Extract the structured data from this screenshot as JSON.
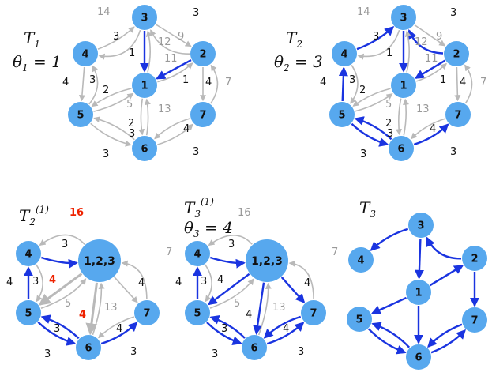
{
  "colors": {
    "node": "#57a8ee",
    "blue_edge": "#1a34e0",
    "gray_edge": "#b9b9b9",
    "red_label": "#ee2200",
    "gray_text": "#999999",
    "dark_text": "#111111"
  },
  "panels": [
    {
      "id": "t1",
      "title": {
        "main": "T",
        "sub": "1",
        "sup": ""
      },
      "theta": {
        "text": "θ",
        "sub": "1",
        "rest": " = 1"
      },
      "nodes": [
        {
          "id": "3",
          "label": "3"
        },
        {
          "id": "4",
          "label": "4"
        },
        {
          "id": "2",
          "label": "2"
        },
        {
          "id": "1",
          "label": "1"
        },
        {
          "id": "5",
          "label": "5"
        },
        {
          "id": "7",
          "label": "7"
        },
        {
          "id": "6",
          "label": "6"
        }
      ],
      "edges": [
        {
          "from": "3",
          "to": "4",
          "label": "14",
          "style": "gray",
          "bend": -0.42,
          "arrow": true
        },
        {
          "from": "4",
          "to": "3",
          "label": "3",
          "style": "gray",
          "bend": 0.1,
          "arrow": true
        },
        {
          "from": "2",
          "to": "3",
          "label": "3",
          "style": "gray",
          "bend": -0.32,
          "arrow": true
        },
        {
          "from": "3",
          "to": "2",
          "label": "9",
          "style": "gray",
          "bend": 0.0,
          "arrow": true
        },
        {
          "from": "3",
          "to": "1",
          "label": "1",
          "style": "blue",
          "bend": 0.0,
          "arrow": true
        },
        {
          "from": "1",
          "to": "3",
          "label": "12",
          "style": "gray",
          "bend": 0.12,
          "arrow": true
        },
        {
          "from": "2",
          "to": "1",
          "label": "1",
          "style": "blue",
          "bend": 0.0,
          "arrow": true
        },
        {
          "from": "1",
          "to": "2",
          "label": "11",
          "style": "gray",
          "bend": 0.12,
          "arrow": true
        },
        {
          "from": "4",
          "to": "5",
          "label": "3",
          "style": "gray",
          "bend": 0.0,
          "arrow": true
        },
        {
          "from": "5",
          "to": "4",
          "label": "4",
          "style": "gray",
          "bend": 0.35,
          "arrow": true
        },
        {
          "from": "1",
          "to": "5",
          "label": "2",
          "style": "gray",
          "bend": 0.1,
          "arrow": true
        },
        {
          "from": "5",
          "to": "1",
          "label": "5",
          "style": "gray",
          "bend": 0.1,
          "arrow": true
        },
        {
          "from": "1",
          "to": "6",
          "label": "2",
          "style": "gray",
          "bend": 0.08,
          "arrow": true
        },
        {
          "from": "6",
          "to": "1",
          "label": "13",
          "style": "gray",
          "bend": 0.08,
          "arrow": true
        },
        {
          "from": "2",
          "to": "7",
          "label": "4",
          "style": "gray",
          "bend": 0.0,
          "arrow": true
        },
        {
          "from": "7",
          "to": "2",
          "label": "7",
          "style": "gray",
          "bend": 0.35,
          "arrow": true
        },
        {
          "from": "6",
          "to": "5",
          "label": "3",
          "style": "gray",
          "bend": 0.12,
          "arrow": true
        },
        {
          "from": "5",
          "to": "6",
          "label": "3",
          "style": "gray",
          "bend": 0.12,
          "arrow": true
        },
        {
          "from": "7",
          "to": "6",
          "label": "4",
          "style": "gray",
          "bend": 0.12,
          "arrow": true
        },
        {
          "from": "6",
          "to": "7",
          "label": "3",
          "style": "gray",
          "bend": 0.12,
          "arrow": true
        }
      ]
    },
    {
      "id": "t2",
      "title": {
        "main": "T",
        "sub": "2",
        "sup": ""
      },
      "theta": {
        "text": "θ",
        "sub": "2",
        "rest": " = 3"
      },
      "nodes": [
        {
          "id": "3",
          "label": "3"
        },
        {
          "id": "4",
          "label": "4"
        },
        {
          "id": "2",
          "label": "2"
        },
        {
          "id": "1",
          "label": "1"
        },
        {
          "id": "5",
          "label": "5"
        },
        {
          "id": "7",
          "label": "7"
        },
        {
          "id": "6",
          "label": "6"
        }
      ],
      "edges": [
        {
          "from": "3",
          "to": "4",
          "label": "14",
          "style": "gray",
          "bend": -0.42,
          "arrow": true
        },
        {
          "from": "4",
          "to": "3",
          "label": "3",
          "style": "blue",
          "bend": 0.1,
          "arrow": true
        },
        {
          "from": "2",
          "to": "3",
          "label": "3",
          "style": "blue",
          "bend": -0.32,
          "arrow": true
        },
        {
          "from": "3",
          "to": "2",
          "label": "9",
          "style": "gray",
          "bend": 0.0,
          "arrow": true
        },
        {
          "from": "3",
          "to": "1",
          "label": "1",
          "style": "blue",
          "bend": 0.0,
          "arrow": true
        },
        {
          "from": "1",
          "to": "3",
          "label": "12",
          "style": "gray",
          "bend": 0.12,
          "arrow": true
        },
        {
          "from": "2",
          "to": "1",
          "label": "1",
          "style": "blue",
          "bend": 0.0,
          "arrow": true
        },
        {
          "from": "1",
          "to": "2",
          "label": "11",
          "style": "gray",
          "bend": 0.12,
          "arrow": true
        },
        {
          "from": "5",
          "to": "4",
          "label": "3",
          "style": "blue",
          "bend": 0.0,
          "arrow": true
        },
        {
          "from": "4",
          "to": "5",
          "label": "4",
          "style": "gray",
          "bend": -0.35,
          "arrow": true
        },
        {
          "from": "1",
          "to": "5",
          "label": "2",
          "style": "gray",
          "bend": 0.1,
          "arrow": true
        },
        {
          "from": "5",
          "to": "1",
          "label": "5",
          "style": "gray",
          "bend": 0.1,
          "arrow": true
        },
        {
          "from": "1",
          "to": "6",
          "label": "2",
          "style": "gray",
          "bend": 0.08,
          "arrow": true
        },
        {
          "from": "6",
          "to": "1",
          "label": "13",
          "style": "gray",
          "bend": 0.08,
          "arrow": true
        },
        {
          "from": "2",
          "to": "7",
          "label": "4",
          "style": "gray",
          "bend": 0.0,
          "arrow": true
        },
        {
          "from": "7",
          "to": "2",
          "label": "7",
          "style": "gray",
          "bend": 0.35,
          "arrow": true
        },
        {
          "from": "6",
          "to": "5",
          "label": "3",
          "style": "blue",
          "bend": 0.12,
          "arrow": true
        },
        {
          "from": "5",
          "to": "6",
          "label": "3",
          "style": "blue",
          "bend": 0.12,
          "arrow": true
        },
        {
          "from": "7",
          "to": "6",
          "label": "4",
          "style": "gray",
          "bend": 0.12,
          "arrow": true
        },
        {
          "from": "6",
          "to": "7",
          "label": "3",
          "style": "blue",
          "bend": 0.12,
          "arrow": true
        }
      ]
    },
    {
      "id": "t2_1",
      "title": {
        "main": "T",
        "sub": "2",
        "sup": "(1)"
      },
      "theta": null,
      "nodes": [
        {
          "id": "4",
          "label": "4"
        },
        {
          "id": "123",
          "label": "1,2,3"
        },
        {
          "id": "5",
          "label": "5"
        },
        {
          "id": "7",
          "label": "7"
        },
        {
          "id": "6",
          "label": "6"
        }
      ],
      "edges": [
        {
          "from": "123",
          "to": "4",
          "label": "16",
          "style": "gray",
          "bend": 0.45,
          "arrow": true,
          "labelColor": "red"
        },
        {
          "from": "4",
          "to": "123",
          "label": "3",
          "style": "blue",
          "bend": 0.1,
          "arrow": true
        },
        {
          "from": "5",
          "to": "4",
          "label": "3",
          "style": "blue",
          "bend": 0.0,
          "arrow": true
        },
        {
          "from": "4",
          "to": "5",
          "label": "4",
          "style": "gray",
          "bend": -0.35,
          "arrow": true
        },
        {
          "from": "123",
          "to": "5",
          "label": "4",
          "style": "gray",
          "bend": 0.0,
          "arrow": true,
          "labelColor": "red",
          "thick": true
        },
        {
          "from": "5",
          "to": "123",
          "label": "5",
          "style": "gray",
          "bend": 0.15,
          "arrow": true
        },
        {
          "from": "123",
          "to": "6",
          "label": "4",
          "style": "gray",
          "bend": 0.0,
          "arrow": true,
          "labelColor": "red",
          "thick": true
        },
        {
          "from": "6",
          "to": "123",
          "label": "13",
          "style": "gray",
          "bend": 0.1,
          "arrow": true
        },
        {
          "from": "123",
          "to": "7",
          "label": "4",
          "style": "gray",
          "bend": 0.0,
          "arrow": true
        },
        {
          "from": "7",
          "to": "123",
          "label": "7",
          "style": "gray",
          "bend": 0.45,
          "arrow": true
        },
        {
          "from": "6",
          "to": "5",
          "label": "3",
          "style": "blue",
          "bend": 0.12,
          "arrow": true
        },
        {
          "from": "5",
          "to": "6",
          "label": "3",
          "style": "blue",
          "bend": 0.12,
          "arrow": true
        },
        {
          "from": "7",
          "to": "6",
          "label": "4",
          "style": "gray",
          "bend": 0.12,
          "arrow": true
        },
        {
          "from": "6",
          "to": "7",
          "label": "3",
          "style": "blue",
          "bend": 0.12,
          "arrow": true
        }
      ]
    },
    {
      "id": "t3_1",
      "title": {
        "main": "T",
        "sub": "3",
        "sup": "(1)"
      },
      "theta": {
        "text": "θ",
        "sub": "3",
        "rest": " = 4"
      },
      "nodes": [
        {
          "id": "4",
          "label": "4"
        },
        {
          "id": "123",
          "label": "1,2,3"
        },
        {
          "id": "5",
          "label": "5"
        },
        {
          "id": "7",
          "label": "7"
        },
        {
          "id": "6",
          "label": "6"
        }
      ],
      "edges": [
        {
          "from": "123",
          "to": "4",
          "label": "16",
          "style": "gray",
          "bend": 0.45,
          "arrow": true
        },
        {
          "from": "4",
          "to": "123",
          "label": "3",
          "style": "blue",
          "bend": 0.1,
          "arrow": true
        },
        {
          "from": "5",
          "to": "4",
          "label": "3",
          "style": "blue",
          "bend": 0.0,
          "arrow": true
        },
        {
          "from": "4",
          "to": "5",
          "label": "4",
          "style": "gray",
          "bend": -0.35,
          "arrow": true
        },
        {
          "from": "123",
          "to": "5",
          "label": "4",
          "style": "blue",
          "bend": 0.0,
          "arrow": true
        },
        {
          "from": "5",
          "to": "123",
          "label": "5",
          "style": "gray",
          "bend": 0.15,
          "arrow": true
        },
        {
          "from": "123",
          "to": "6",
          "label": "4",
          "style": "blue",
          "bend": 0.0,
          "arrow": true
        },
        {
          "from": "6",
          "to": "123",
          "label": "13",
          "style": "gray",
          "bend": 0.1,
          "arrow": true
        },
        {
          "from": "123",
          "to": "7",
          "label": "4",
          "style": "blue",
          "bend": 0.0,
          "arrow": true
        },
        {
          "from": "7",
          "to": "123",
          "label": "7",
          "style": "gray",
          "bend": 0.45,
          "arrow": true
        },
        {
          "from": "6",
          "to": "5",
          "label": "3",
          "style": "blue",
          "bend": 0.12,
          "arrow": true
        },
        {
          "from": "5",
          "to": "6",
          "label": "3",
          "style": "blue",
          "bend": 0.12,
          "arrow": true
        },
        {
          "from": "7",
          "to": "6",
          "label": "4",
          "style": "blue",
          "bend": 0.12,
          "arrow": true
        },
        {
          "from": "6",
          "to": "7",
          "label": "3",
          "style": "blue",
          "bend": 0.12,
          "arrow": true
        }
      ]
    },
    {
      "id": "t3",
      "title": {
        "main": "T",
        "sub": "3",
        "sup": ""
      },
      "theta": null,
      "nodes": [
        {
          "id": "3",
          "label": "3"
        },
        {
          "id": "4",
          "label": "4"
        },
        {
          "id": "2",
          "label": "2"
        },
        {
          "id": "1",
          "label": "1"
        },
        {
          "id": "5",
          "label": "5"
        },
        {
          "id": "7",
          "label": "7"
        },
        {
          "id": "6",
          "label": "6"
        }
      ],
      "edges": [
        {
          "from": "3",
          "to": "4",
          "label": "",
          "style": "blue",
          "bend": 0.12,
          "arrow": true
        },
        {
          "from": "2",
          "to": "3",
          "label": "",
          "style": "blue",
          "bend": -0.32,
          "arrow": true
        },
        {
          "from": "3",
          "to": "1",
          "label": "",
          "style": "blue",
          "bend": 0.0,
          "arrow": true
        },
        {
          "from": "1",
          "to": "2",
          "label": "",
          "style": "blue",
          "bend": 0.0,
          "arrow": true
        },
        {
          "from": "1",
          "to": "5",
          "label": "",
          "style": "blue",
          "bend": 0.0,
          "arrow": true
        },
        {
          "from": "1",
          "to": "6",
          "label": "",
          "style": "blue",
          "bend": 0.0,
          "arrow": true
        },
        {
          "from": "2",
          "to": "7",
          "label": "",
          "style": "blue",
          "bend": 0.0,
          "arrow": true
        },
        {
          "from": "6",
          "to": "5",
          "label": "",
          "style": "blue",
          "bend": 0.12,
          "arrow": true
        },
        {
          "from": "5",
          "to": "6",
          "label": "",
          "style": "blue",
          "bend": 0.12,
          "arrow": true
        },
        {
          "from": "7",
          "to": "6",
          "label": "",
          "style": "blue",
          "bend": 0.12,
          "arrow": true
        },
        {
          "from": "6",
          "to": "7",
          "label": "",
          "style": "blue",
          "bend": 0.12,
          "arrow": true
        }
      ]
    }
  ]
}
